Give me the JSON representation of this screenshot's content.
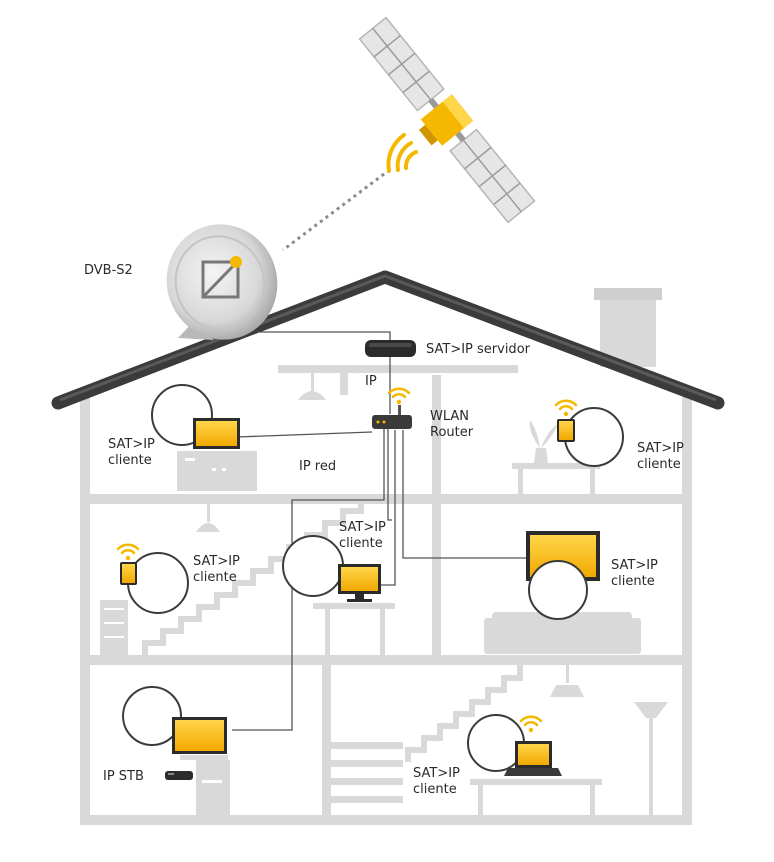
{
  "labels": {
    "dvb": "DVB-S2",
    "server": "SAT>IP servidor",
    "ip": "IP",
    "wlan_line1": "WLAN",
    "wlan_line2": "Router",
    "ip_net": "IP red",
    "ip_stb": "IP STB",
    "client_line1": "SAT>IP",
    "client_line2": "cliente"
  },
  "colors": {
    "house": "#d9d9d9",
    "roof": "#3b3b3b",
    "accent": "#f5b800",
    "accent_light": "#ffd54a",
    "cable": "#555555",
    "avatar_bg": "#efefef",
    "device": "#2b2b2b"
  },
  "icons": {
    "satellite": "satellite-icon",
    "dish": "satellite-dish-icon",
    "server": "sat-ip-server-icon",
    "router": "wlan-router-icon",
    "wifi": "wifi-icon",
    "person": "person-avatar-icon",
    "tv": "tv-screen-icon",
    "tablet": "tablet-icon",
    "laptop": "laptop-icon",
    "stb": "set-top-box-icon"
  }
}
